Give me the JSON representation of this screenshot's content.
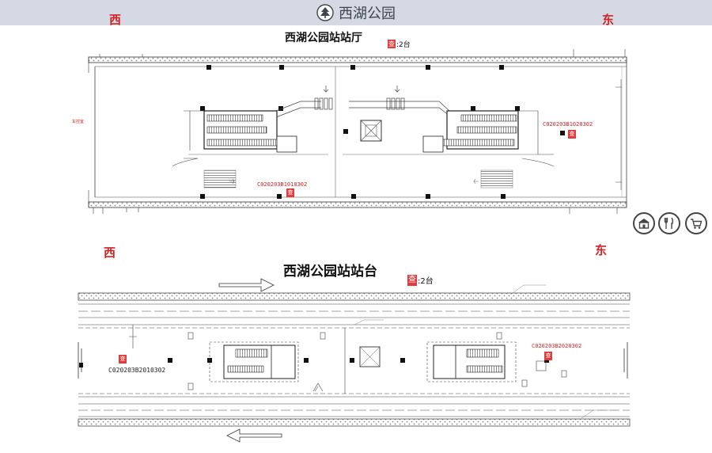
{
  "header": {
    "station_name": "西湖公园"
  },
  "concourse": {
    "west_label": "西",
    "east_label": "东",
    "title": "西湖公园站站厅",
    "device_count": ":2台",
    "device_code_1": "C020203B1010302",
    "device_code_2": "C020203B1020302",
    "room_label": "车控室"
  },
  "platform": {
    "west_label": "西",
    "east_label": "东",
    "title": "西湖公园站站台",
    "device_count": ":2台",
    "device_code_1": "C020203B2010302",
    "device_code_2": "C020203B2020302"
  },
  "device_tag": "查",
  "icons": [
    "shop-icon",
    "restaurant-icon",
    "shopping-cart-icon"
  ],
  "colors": {
    "accent_red": "#e23b3b",
    "header_bg": "#d5d9e4"
  }
}
